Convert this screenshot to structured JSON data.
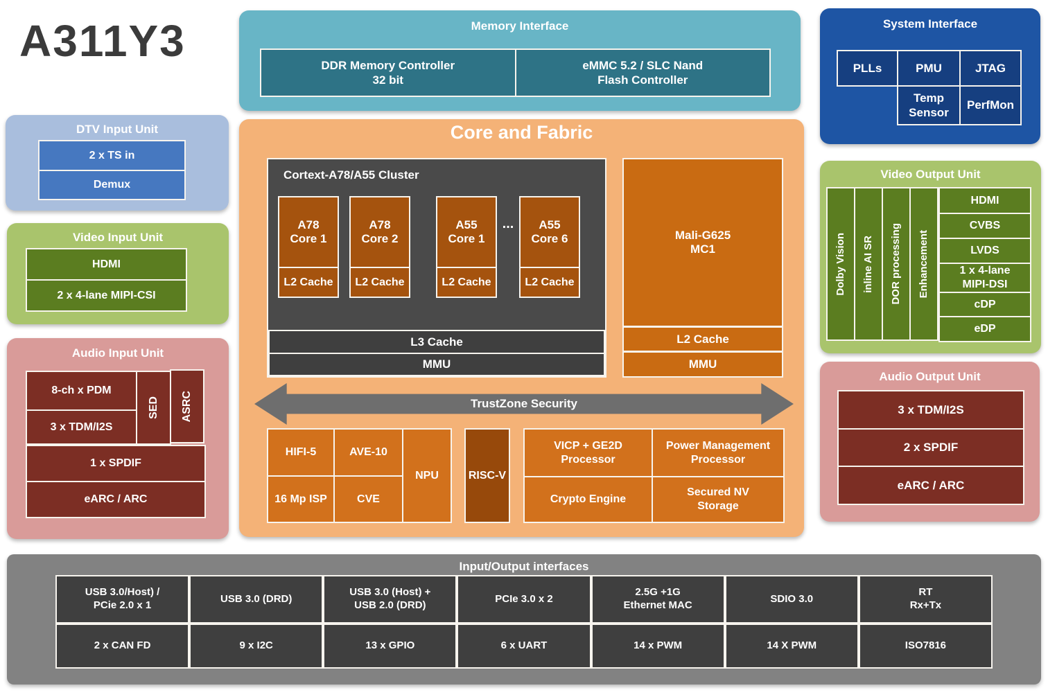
{
  "title": "A311Y3",
  "memory_interface": {
    "title": "Memory Interface",
    "cells": [
      "DDR Memory Controller\n32 bit",
      "eMMC 5.2 / SLC Nand\nFlash Controller"
    ]
  },
  "system_interface": {
    "title": "System Interface",
    "row1": [
      "PLLs",
      "PMU",
      "JTAG"
    ],
    "row2": [
      "Temp\nSensor",
      "PerfMon"
    ]
  },
  "dtv_input_unit": {
    "title": "DTV Input Unit",
    "rows": [
      "2 x TS in",
      "Demux"
    ]
  },
  "video_input_unit": {
    "title": "Video Input Unit",
    "rows": [
      "HDMI",
      "2 x 4-lane MIPI-CSI"
    ]
  },
  "audio_input_unit": {
    "title": "Audio Input Unit",
    "pdm": "8-ch x PDM",
    "tdm": "3 x  TDM/I2S",
    "sed": "SED",
    "asrc": "ASRC",
    "spdif": "1 x  SPDIF",
    "earc": "eARC / ARC"
  },
  "core_and_fabric": {
    "title": "Core and Fabric",
    "cluster": {
      "title": "Cortext-A78/A55 Cluster",
      "cores": [
        {
          "name": "A78\nCore 1",
          "cache": "L2 Cache"
        },
        {
          "name": "A78\nCore 2",
          "cache": "L2 Cache"
        },
        {
          "name": "A55\nCore 1",
          "cache": "L2 Cache"
        },
        {
          "name": "A55\nCore 6",
          "cache": "L2 Cache"
        }
      ],
      "ellipsis": "...",
      "l3_cache": "L3 Cache",
      "mmu": "MMU"
    },
    "gpu": {
      "name": "Mali-G625\nMC1",
      "l2_cache": "L2 Cache",
      "mmu": "MMU"
    },
    "trustzone": "TrustZone Security",
    "dsp_block": {
      "hifi": "HIFI-5",
      "ave": "AVE-10",
      "npu": "NPU",
      "isp": "16 Mp ISP",
      "cve": "CVE"
    },
    "riscv": "RISC-V",
    "security_block": {
      "vicp": "VICP + GE2D\nProcessor",
      "pmp": "Power Management\nProcessor",
      "crypto": "Crypto Engine",
      "nv": "Secured NV\nStorage"
    }
  },
  "video_output_unit": {
    "title": "Video Output Unit",
    "pipeline": [
      "Dolby Vision",
      "inline AI SR",
      "DOR processing",
      "Enhancement"
    ],
    "ports": [
      "HDMI",
      "CVBS",
      "LVDS",
      "1 x 4-lane\nMIPI-DSI",
      "cDP",
      "eDP"
    ]
  },
  "audio_output_unit": {
    "title": "Audio Output Unit",
    "rows": [
      "3 x  TDM/I2S",
      "2 x  SPDIF",
      "eARC / ARC"
    ]
  },
  "io_interfaces": {
    "title": "Input/Output interfaces",
    "row1": [
      "USB 3.0/Host) /\nPCie 2.0 x 1",
      "USB 3.0 (DRD)",
      "USB 3.0 (Host) +\nUSB 2.0 (DRD)",
      "PCIe 3.0 x 2",
      "2.5G +1G\nEthernet MAC",
      "SDIO 3.0",
      "RT\nRx+Tx"
    ],
    "row2": [
      "2 x CAN FD",
      "9 x I2C",
      "13 x GPIO",
      "6 x UART",
      "14 x PWM",
      "14 X PWM",
      "ISO7816"
    ]
  },
  "colors": {
    "memory_outer": "#68b5c6",
    "memory_inner": "#2e7386",
    "system_outer": "#1e55a4",
    "system_inner": "#163f80",
    "dtv_outer": "#a9bedd",
    "dtv_inner": "#4678c0",
    "video_in_outer": "#a9c46c",
    "video_in_inner": "#5b7d20",
    "audio_outer": "#d99b99",
    "audio_inner": "#7c2e24",
    "fabric_bg": "#f4b277",
    "cluster_gray": "#4a4a4a",
    "core_cell": "#a5530e",
    "gpu_orange": "#c96b12",
    "dsp_orange": "#d2711c",
    "riscv_brown": "#97490b",
    "arrow_gray": "#6e6e6e",
    "io_outer": "#828282",
    "io_cell": "#3f3f3f",
    "text_light": "#ffffff",
    "title_dark": "#3b3b3b"
  }
}
